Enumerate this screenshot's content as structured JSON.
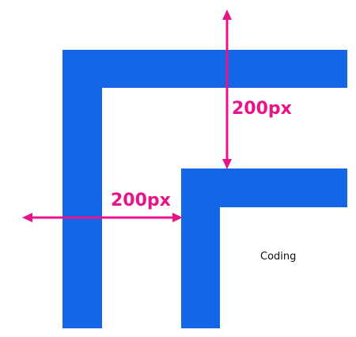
{
  "diagram": {
    "colors": {
      "border": "#1366e5",
      "arrow": "#e8138a",
      "text": "#111111",
      "background": "#ffffff"
    },
    "measurements": {
      "vertical_gap_label": "200px",
      "horizontal_gap_label": "200px"
    },
    "inner_label": "Coding"
  }
}
